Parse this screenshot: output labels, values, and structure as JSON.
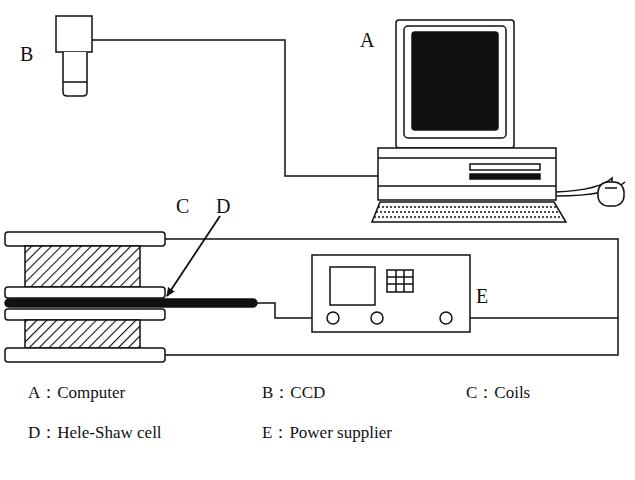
{
  "diagram": {
    "labels": [
      "B",
      "A",
      "C",
      "D",
      "E",
      "A：Computer",
      "B：CCD",
      "C：Coils",
      "D：Hele-Shaw cell",
      "E：Power supplier"
    ]
  }
}
